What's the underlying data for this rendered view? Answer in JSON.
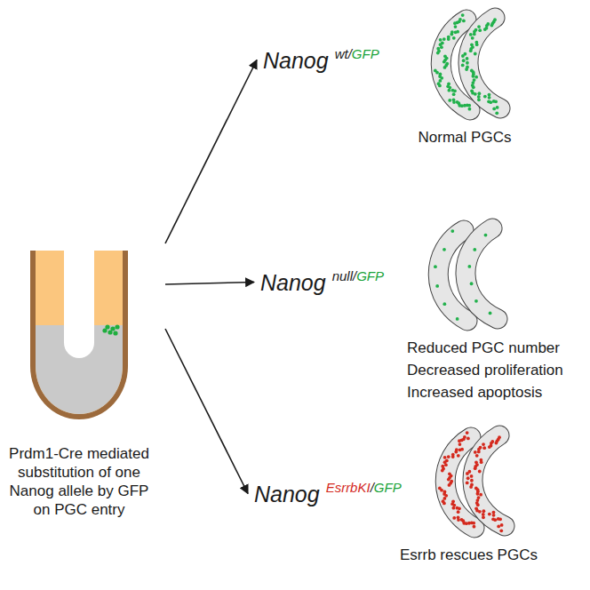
{
  "diagram": {
    "nodes": [
      {
        "text": [
          "Prdm1-Cre mediated substitution of one Nanog allele by GFP on PGC entry"
        ]
      },
      {
        "text": [
          "Nanog wt/GFP"
        ]
      },
      {
        "text": [
          "Normal PGCs"
        ]
      },
      {
        "text": [
          "Nanog null/GFP"
        ]
      },
      {
        "text": [
          "Reduced PGC number",
          "Decreased proliferation",
          "Increased apoptosis"
        ]
      },
      {
        "text": [
          "Nanog EsrrbKI/GFP"
        ]
      },
      {
        "text": [
          "Esrrb rescues PGCs"
        ]
      }
    ],
    "edges": [
      {
        "from": 0,
        "to": 1,
        "arrow": "to"
      },
      {
        "from": 0,
        "to": 3,
        "arrow": "to"
      },
      {
        "from": 0,
        "to": 5,
        "arrow": "to"
      }
    ]
  }
}
